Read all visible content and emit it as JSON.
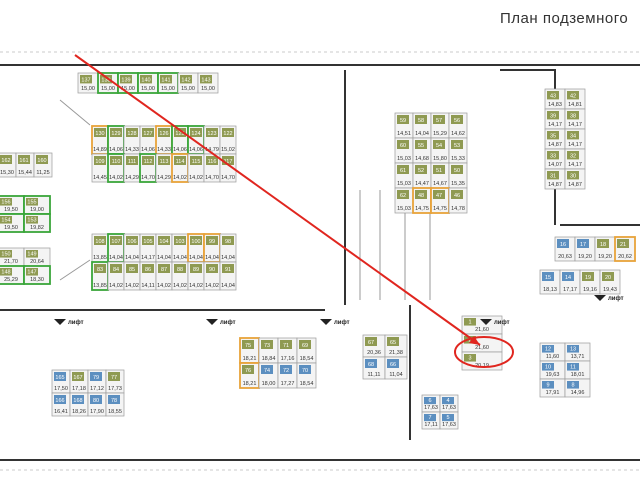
{
  "title": "План подземного",
  "lift_label": "лифт",
  "lifts": [
    {
      "label": "лифт"
    },
    {
      "label": "лифт"
    },
    {
      "label": "лифт"
    },
    {
      "label": "лифт"
    },
    {
      "label": "лифт"
    }
  ],
  "colors": {
    "normal": "#8f9a52",
    "green_outline": "#3aa63a",
    "orange_outline": "#e8a33a",
    "blue": "#5c8fc0",
    "annotation": "#e0261f"
  },
  "blocks": [
    {
      "id": "top-row",
      "rows": [
        {
          "row": [
            [
              "137",
              "15,00",
              "n"
            ],
            [
              "138",
              "15,00",
              "g"
            ],
            [
              "139",
              "15,00",
              "g"
            ],
            [
              "140",
              "15,00",
              "g"
            ],
            [
              "141",
              "15,00",
              "g"
            ],
            [
              "142",
              "15,00",
              "n"
            ],
            [
              "143",
              "15,00",
              "n"
            ]
          ]
        }
      ]
    },
    {
      "id": "upper-left-block",
      "rows": [
        {
          "row": [
            [
              "130",
              "14,89",
              "o"
            ],
            [
              "129",
              "14,06",
              "g"
            ],
            [
              "128",
              "14,33",
              "n"
            ],
            [
              "127",
              "14,06",
              "n"
            ],
            [
              "126",
              "14,33",
              "o"
            ],
            [
              "125",
              "14,06",
              "g"
            ],
            [
              "124",
              "14,06",
              "g"
            ],
            [
              "123",
              "14,79",
              "n"
            ],
            [
              "122",
              "15,02",
              "n"
            ]
          ]
        },
        {
          "row": [
            [
              "109",
              "14,45",
              "n"
            ],
            [
              "110",
              "14,02",
              "g"
            ],
            [
              "111",
              "14,29",
              "n"
            ],
            [
              "112",
              "14,70",
              "g"
            ],
            [
              "113",
              "14,29",
              "n"
            ],
            [
              "114",
              "14,02",
              "o"
            ],
            [
              "115",
              "14,02",
              "n"
            ],
            [
              "116",
              "14,70",
              "n"
            ],
            [
              "117",
              "14,70",
              "n"
            ]
          ]
        }
      ]
    },
    {
      "id": "middle-left-block",
      "rows": [
        {
          "row": [
            [
              "108",
              "13,85",
              "n"
            ],
            [
              "107",
              "14,04",
              "g"
            ],
            [
              "106",
              "14,04",
              "n"
            ],
            [
              "105",
              "14,17",
              "n"
            ],
            [
              "104",
              "14,04",
              "n"
            ],
            [
              "103",
              "14,04",
              "n"
            ],
            [
              "100",
              "14,04",
              "o"
            ],
            [
              "99",
              "14,04",
              "o"
            ],
            [
              "98",
              "14,04",
              "n"
            ]
          ]
        },
        {
          "row": [
            [
              "83",
              "13,85",
              "g"
            ],
            [
              "84",
              "14,02",
              "n"
            ],
            [
              "85",
              "14,02",
              "n"
            ],
            [
              "86",
              "14,11",
              "n"
            ],
            [
              "87",
              "14,02",
              "n"
            ],
            [
              "88",
              "14,02",
              "n"
            ],
            [
              "89",
              "14,02",
              "n"
            ],
            [
              "90",
              "14,02",
              "n"
            ],
            [
              "91",
              "14,04",
              "n"
            ]
          ]
        }
      ]
    },
    {
      "id": "far-left-upper",
      "rows": [
        {
          "row": [
            [
              "162",
              "15,30",
              "n"
            ],
            [
              "161",
              "15,44",
              "n"
            ],
            [
              "160",
              "11,25",
              "n"
            ]
          ]
        }
      ]
    },
    {
      "id": "far-left-green",
      "rows": [
        {
          "row": [
            [
              "156",
              "19,50",
              "g"
            ],
            [
              "155",
              "19,00",
              "g"
            ]
          ]
        },
        {
          "row": [
            [
              "154",
              "19,50",
              "g"
            ],
            [
              "153",
              "19,82",
              "g"
            ]
          ]
        }
      ]
    },
    {
      "id": "far-left-lower",
      "rows": [
        {
          "row": [
            [
              "150",
              "21,70",
              "n"
            ],
            [
              "149",
              "20,64",
              "n"
            ]
          ]
        },
        {
          "row": [
            [
              "148",
              "25,29",
              "g"
            ],
            [
              "147",
              "18,30",
              "g"
            ]
          ]
        }
      ]
    },
    {
      "id": "center-right-block",
      "rows": [
        {
          "row": [
            [
              "59",
              "14,51",
              "n"
            ],
            [
              "58",
              "14,04",
              "n"
            ],
            [
              "57",
              "15,29",
              "n"
            ],
            [
              "56",
              "14,62",
              "n"
            ]
          ]
        },
        {
          "row": [
            [
              "60",
              "15,03",
              "n"
            ],
            [
              "55",
              "14,68",
              "n"
            ],
            [
              "54",
              "15,80",
              "n"
            ],
            [
              "53",
              "15,33",
              "n"
            ]
          ]
        },
        {
          "row": [
            [
              "61",
              "15,03",
              "n"
            ],
            [
              "52",
              "14,47",
              "n"
            ],
            [
              "51",
              "14,67",
              "n"
            ],
            [
              "50",
              "15,35",
              "n"
            ]
          ]
        },
        {
          "row": [
            [
              "62",
              "15,03",
              "n"
            ],
            [
              "48",
              "14,75",
              "o"
            ],
            [
              "47",
              "14,75",
              "o"
            ],
            [
              "46",
              "14,78",
              "n"
            ]
          ]
        }
      ]
    },
    {
      "id": "right-column-block",
      "rows": [
        {
          "row": [
            [
              "43",
              "14,83",
              "n"
            ],
            [
              "42",
              "14,81",
              "n"
            ]
          ]
        },
        {
          "row": [
            [
              "39",
              "14,17",
              "n"
            ],
            [
              "38",
              "14,17",
              "n"
            ]
          ]
        },
        {
          "row": [
            [
              "35",
              "14,87",
              "n"
            ],
            [
              "34",
              "14,17",
              "n"
            ]
          ]
        },
        {
          "row": [
            [
              "33",
              "14,07",
              "n"
            ],
            [
              "32",
              "14,17",
              "n"
            ]
          ]
        },
        {
          "row": [
            [
              "31",
              "14,87",
              "n"
            ],
            [
              "30",
              "14,87",
              "n"
            ]
          ]
        }
      ]
    },
    {
      "id": "right-mid-block",
      "rows": [
        {
          "row": [
            [
              "16",
              "20,63",
              "b"
            ],
            [
              "17",
              "19,20",
              "b"
            ],
            [
              "18",
              "19,20",
              "n"
            ],
            [
              "21",
              "20,62",
              "o"
            ]
          ]
        }
      ]
    },
    {
      "id": "right-mid-lower",
      "rows": [
        {
          "row": [
            [
              "15",
              "18,13",
              "b"
            ],
            [
              "14",
              "17,17",
              "b"
            ],
            [
              "19",
              "19,16",
              "n"
            ],
            [
              "20",
              "19,43",
              "n"
            ]
          ]
        }
      ]
    },
    {
      "id": "center-stack",
      "rows": [
        {
          "row": [
            [
              "1",
              "21,60",
              "n"
            ]
          ]
        },
        {
          "row": [
            [
              "2",
              "21,60",
              "n"
            ]
          ]
        },
        {
          "row": [
            [
              "3",
              "20,19",
              "n"
            ]
          ]
        }
      ]
    },
    {
      "id": "right-lower-block",
      "rows": [
        {
          "row": [
            [
              "12",
              "11,60",
              "b"
            ],
            [
              "13",
              "13,71",
              "b"
            ]
          ]
        },
        {
          "row": [
            [
              "10",
              "19,63",
              "b"
            ],
            [
              "11",
              "18,01",
              "b"
            ]
          ]
        },
        {
          "row": [
            [
              "9",
              "17,91",
              "b"
            ],
            [
              "8",
              "14,96",
              "b"
            ]
          ]
        }
      ]
    },
    {
      "id": "bottom-left-block",
      "rows": [
        {
          "row": [
            [
              "165",
              "17,50",
              "b"
            ],
            [
              "167",
              "17,18",
              "n"
            ],
            [
              "79",
              "17,12",
              "b"
            ],
            [
              "77",
              "17,73",
              "n"
            ]
          ]
        },
        {
          "row": [
            [
              "166",
              "16,41",
              "b"
            ],
            [
              "168",
              "18,26",
              "b"
            ],
            [
              "80",
              "17,90",
              "b"
            ],
            [
              "78",
              "18,55",
              "b"
            ]
          ]
        }
      ]
    },
    {
      "id": "bottom-mid-block",
      "rows": [
        {
          "row": [
            [
              "75",
              "18,21",
              "o"
            ],
            [
              "73",
              "18,84",
              "n"
            ],
            [
              "71",
              "17,16",
              "n"
            ],
            [
              "69",
              "18,54",
              "n"
            ]
          ]
        },
        {
          "row": [
            [
              "76",
              "18,21",
              "o"
            ],
            [
              "74",
              "18,00",
              "b"
            ],
            [
              "72",
              "17,27",
              "b"
            ],
            [
              "70",
              "18,54",
              "b"
            ]
          ]
        }
      ]
    },
    {
      "id": "bottom-right-pair",
      "rows": [
        {
          "row": [
            [
              "67",
              "20,36",
              "n"
            ],
            [
              "65",
              "21,38",
              "n"
            ]
          ]
        },
        {
          "row": [
            [
              "68",
              "11,11",
              "b"
            ],
            [
              "66",
              "11,04",
              "b"
            ]
          ]
        }
      ]
    },
    {
      "id": "bottom-small",
      "rows": [
        {
          "row": [
            [
              "6",
              "17,63",
              "b"
            ],
            [
              "4",
              "17,63",
              "b"
            ]
          ]
        },
        {
          "row": [
            [
              "7",
              "17,11",
              "b"
            ],
            [
              "5",
              "17,63",
              "b"
            ]
          ]
        }
      ]
    }
  ]
}
